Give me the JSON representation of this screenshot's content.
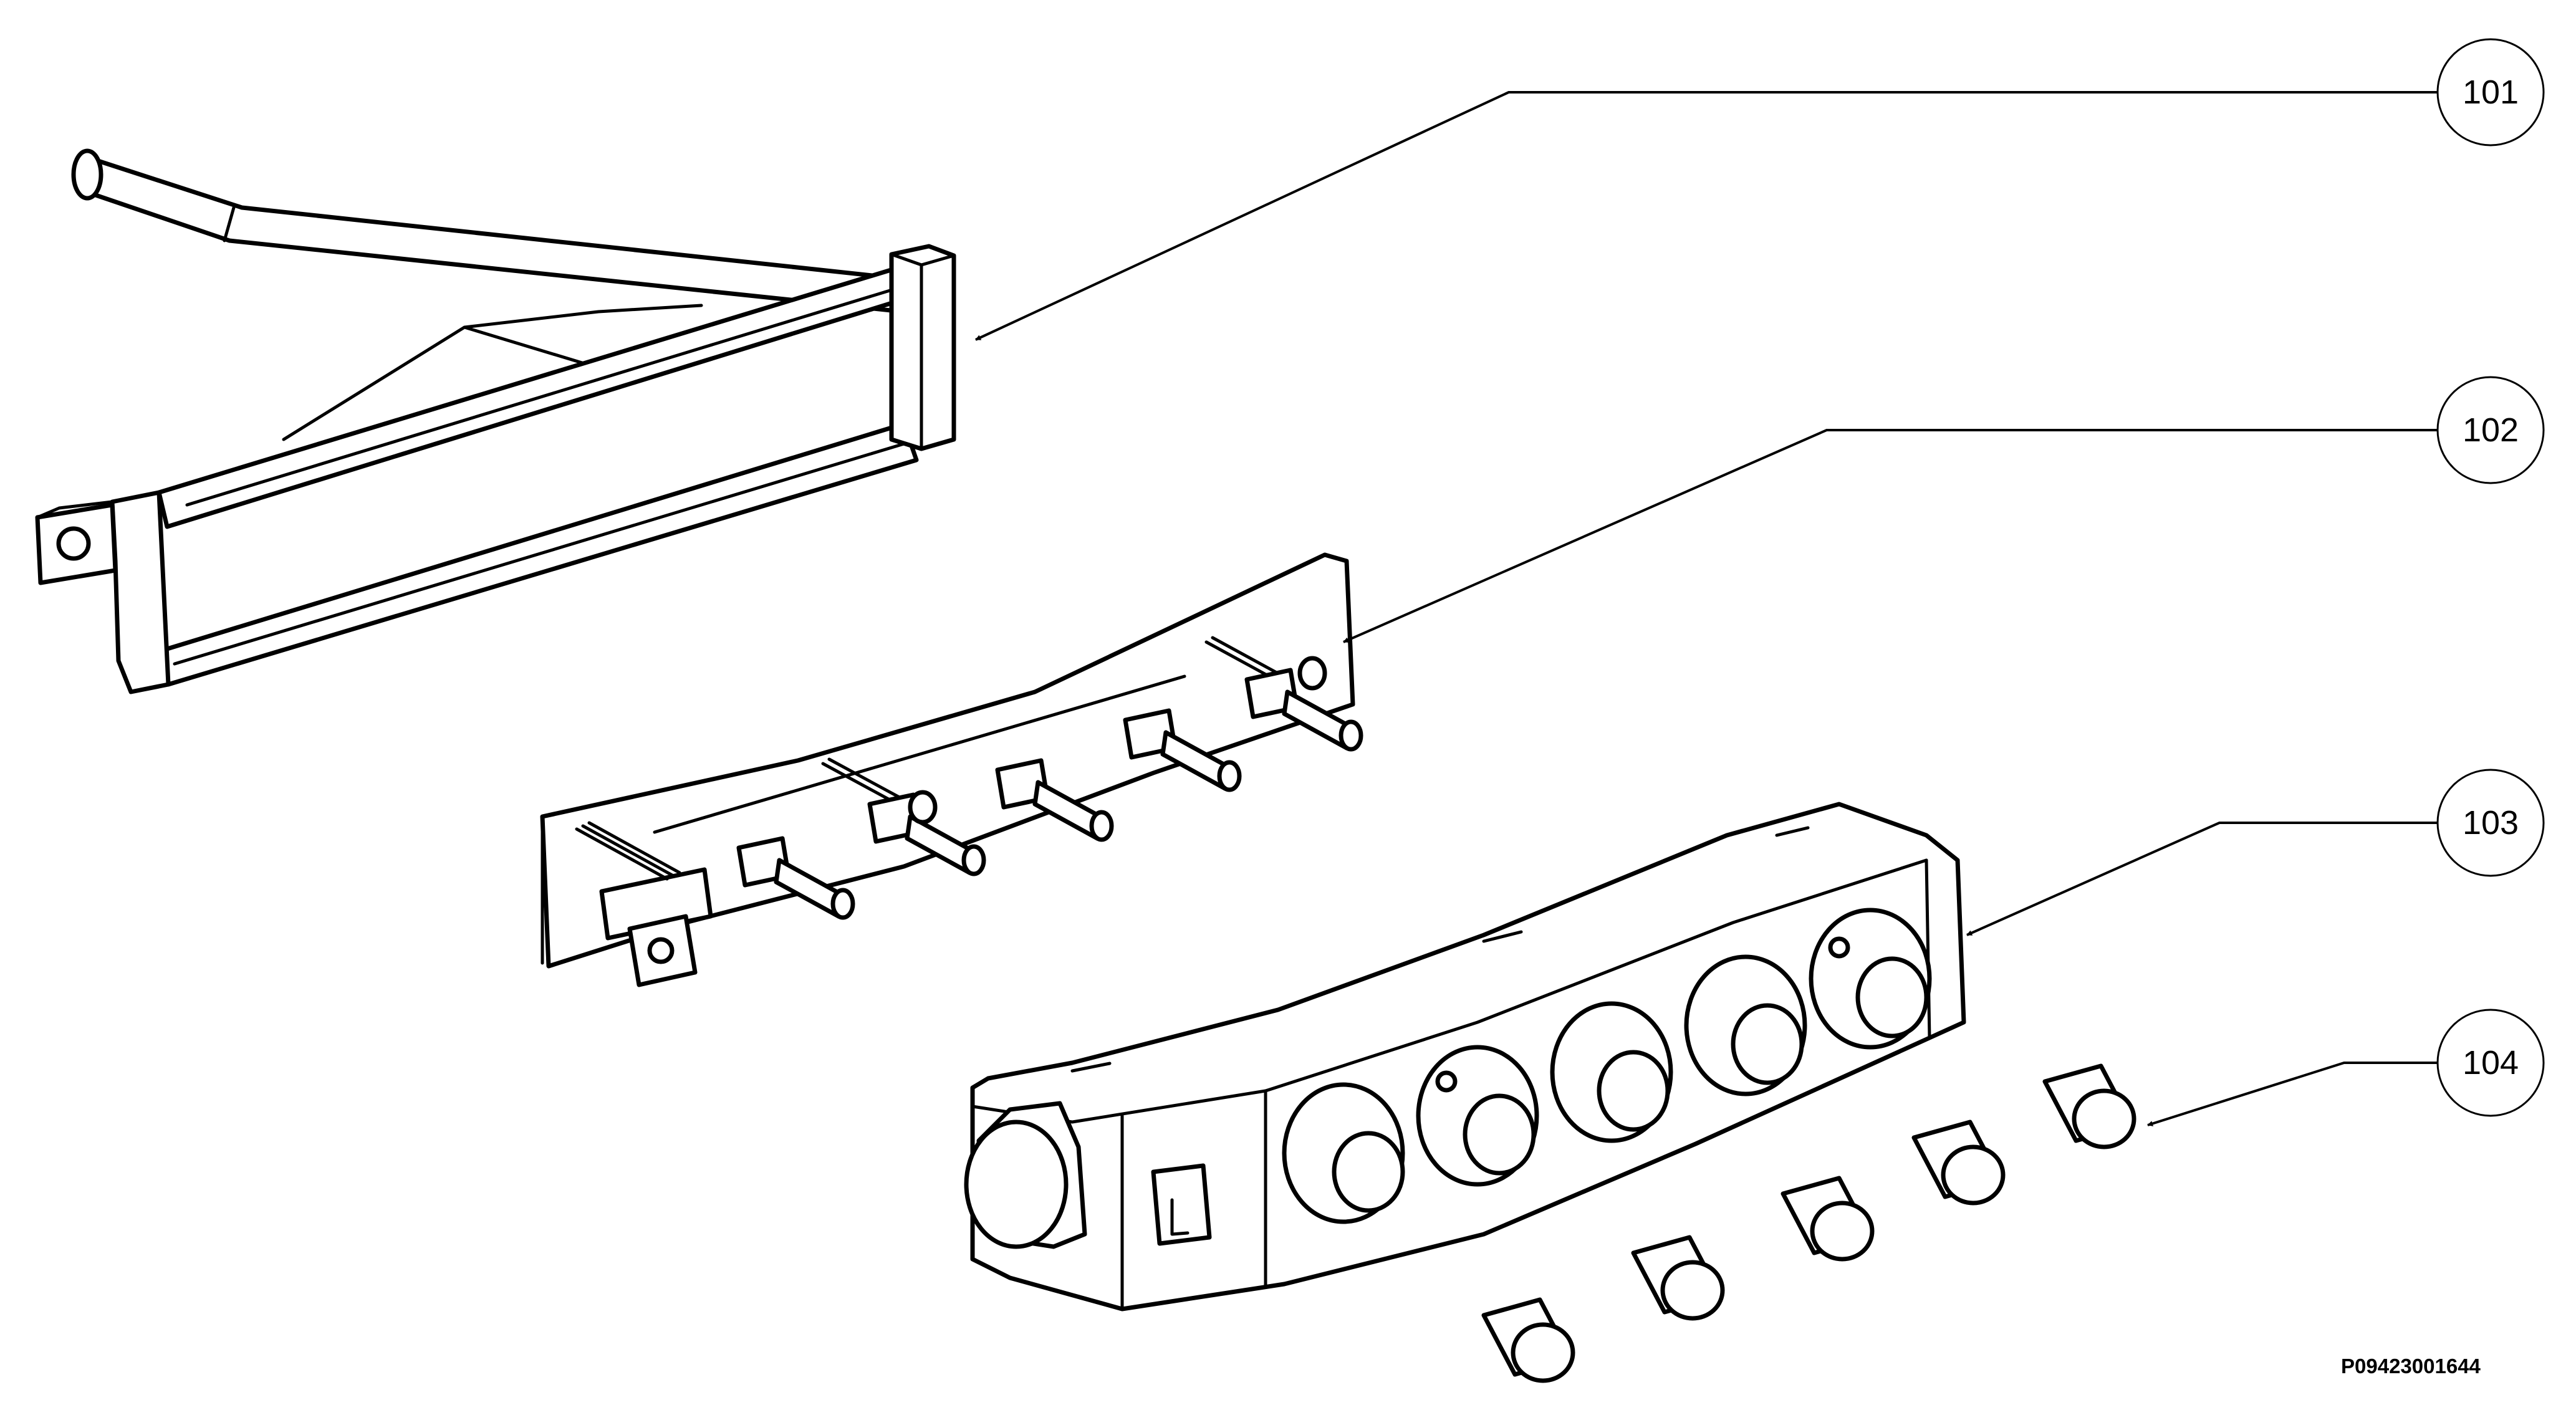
{
  "callouts": [
    {
      "label": "101"
    },
    {
      "label": "102"
    },
    {
      "label": "103"
    },
    {
      "label": "104"
    }
  ],
  "reference_code": "P09423001644"
}
